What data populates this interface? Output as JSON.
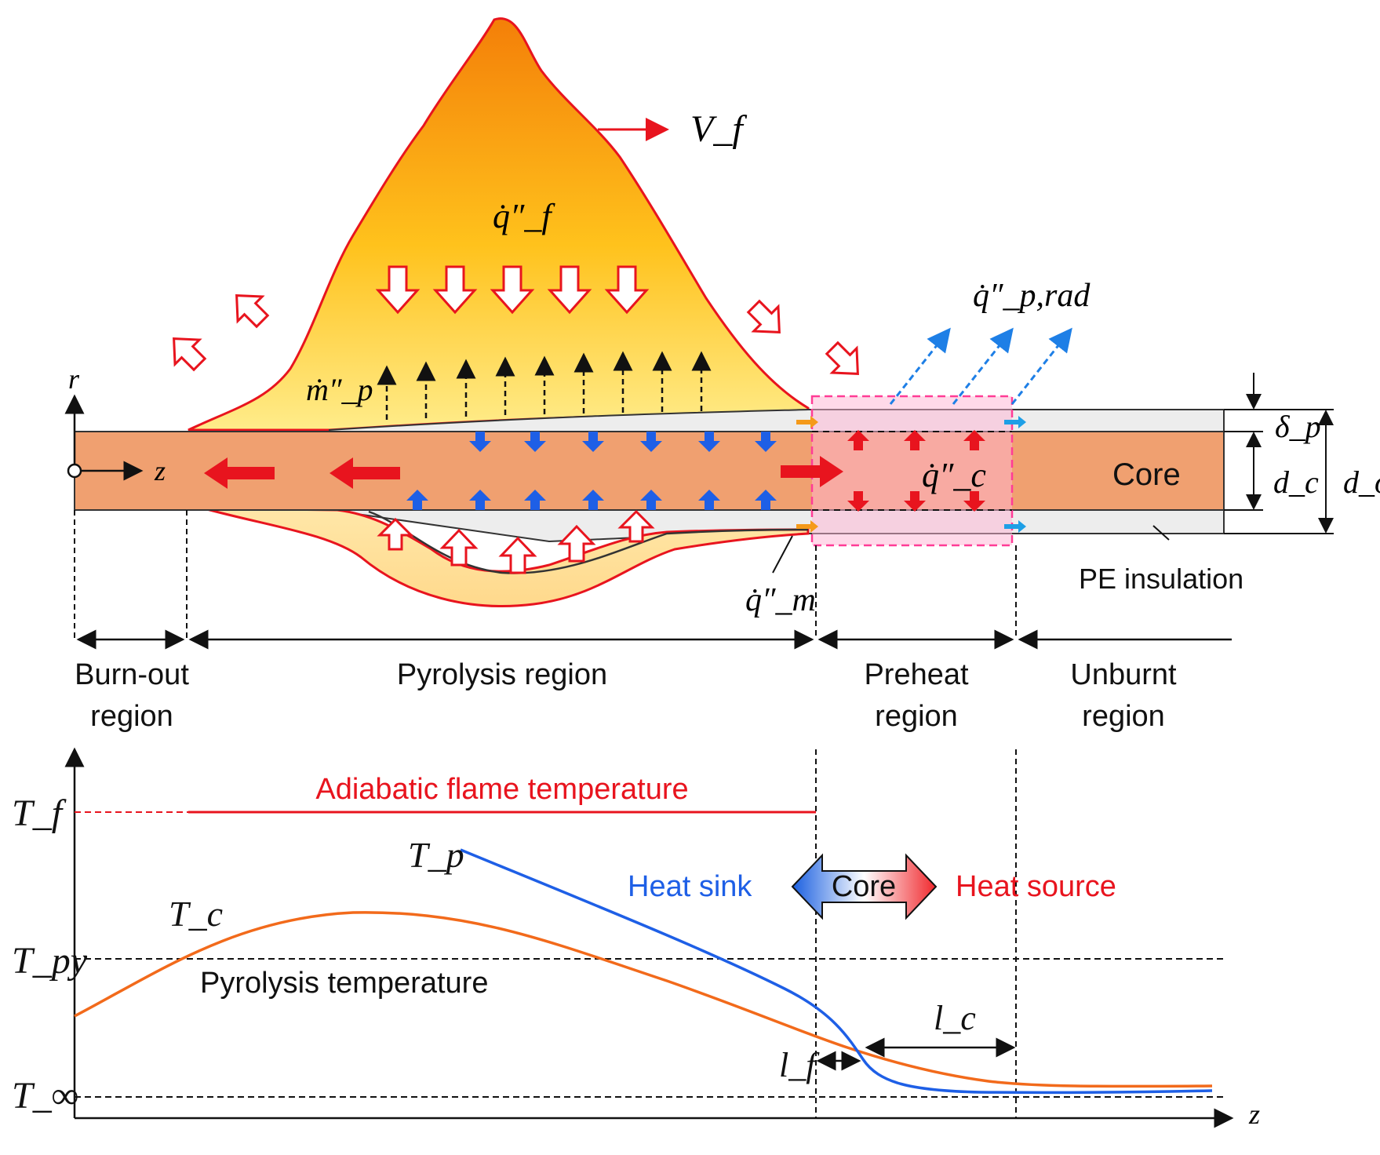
{
  "symbols": {
    "flame_velocity": "V_f",
    "flame_heat_flux": "q̇″_f",
    "radiative_loss": "q̇″_p,rad",
    "pyrolysis_mass_flux": "ṁ″_p",
    "core_heat_flux": "q̇″_c",
    "melt_heat_flux": "q̇″_m",
    "r_axis": "r",
    "z_axis": "z",
    "delta_p": "δ_p",
    "d_c": "d_c",
    "d_o": "d_o"
  },
  "labels": {
    "core": "Core",
    "pe_insulation": "PE insulation"
  },
  "regions": [
    {
      "line1": "Burn-out",
      "line2": "region"
    },
    {
      "line1": "Pyrolysis region",
      "line2": ""
    },
    {
      "line1": "Preheat",
      "line2": "region"
    },
    {
      "line1": "Unburnt",
      "line2": "region"
    }
  ],
  "plot": {
    "y_levels": [
      "T_f",
      "T_py",
      "T_∞"
    ],
    "z_axis": "z",
    "adiabatic_label": "Adiabatic flame temperature",
    "pyrolysis_label": "Pyrolysis temperature",
    "Tp_label": "T_p",
    "Tc_label": "T_c",
    "heat_sink": "Heat sink",
    "core": "Core",
    "heat_source": "Heat source",
    "lf": "l_f",
    "lc": "l_c"
  },
  "colors": {
    "flame_top": "#F58A0A",
    "flame_bottom": "#FFE36A",
    "core": "#F0A070",
    "insulation": "#EEEEEE",
    "red": "#E8141E",
    "blue": "#1E5FE6",
    "orange_curve": "#F26A1B",
    "preheat_box": "#FF3C96"
  }
}
